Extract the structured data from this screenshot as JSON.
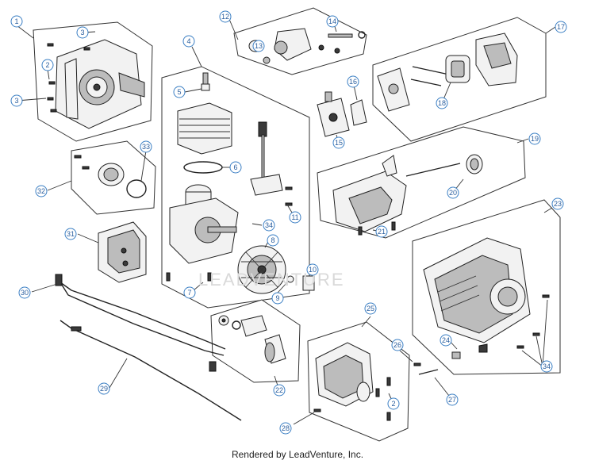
{
  "watermark": "LEADVENTURE",
  "credit": "Rendered by LeadVenture, Inc.",
  "callouts": [
    "1",
    "2",
    "3",
    "3",
    "4",
    "5",
    "6",
    "7",
    "8",
    "9",
    "10",
    "11",
    "12",
    "13",
    "14",
    "15",
    "16",
    "17",
    "18",
    "19",
    "20",
    "21",
    "22",
    "23",
    "24",
    "25",
    "26",
    "27",
    "28",
    "29",
    "30",
    "31",
    "32",
    "33",
    "34",
    "34",
    "2"
  ]
}
